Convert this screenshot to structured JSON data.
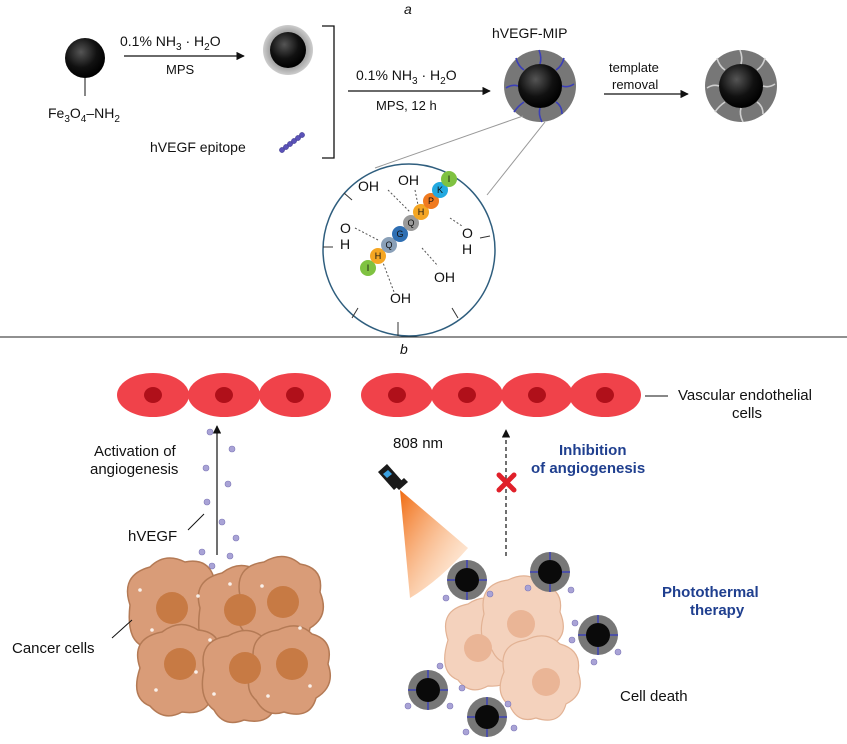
{
  "panel_a": {
    "label": "a",
    "start_label_main": "Fe",
    "start_label_sub1": "3",
    "start_label_mid": "O",
    "start_label_sub2": "4",
    "start_label_end": "–NH",
    "start_label_sub3": "2",
    "step1_top_pre": "0.1% NH",
    "step1_top_sub": "3",
    "step1_top_post": " · H",
    "step1_top_sub2": "2",
    "step1_top_end": "O",
    "step1_bottom": "MPS",
    "epitope_label": "hVEGF epitope",
    "step2_top_pre": "0.1% NH",
    "step2_top_sub": "3",
    "step2_top_post": " · H",
    "step2_top_sub2": "2",
    "step2_top_end": "O",
    "step2_bottom": "MPS, 12 h",
    "mip_label": "hVEGF-MIP",
    "step3_line1": "template",
    "step3_line2": "removal",
    "oh": "OH",
    "o": "O",
    "h": "H",
    "peptide": [
      "I",
      "H",
      "Q",
      "G",
      "Q",
      "H",
      "P",
      "K",
      "I"
    ]
  },
  "panel_b": {
    "label": "b",
    "cells_label_line1": "Vascular endothelial",
    "cells_label_line2": "cells",
    "activation_line1": "Activation of",
    "activation_line2": "angiogenesis",
    "hvegf": "hVEGF",
    "cancer": "Cancer cells",
    "laser": "808 nm",
    "inhibition_line1": "Inhibition",
    "inhibition_line2": "of angiogenesis",
    "ptt_line1": "Photothermal",
    "ptt_line2": "therapy",
    "death": "Cell death"
  },
  "colors": {
    "endothelial": "#f0424a",
    "nucleus": "#b0101a",
    "cancer": "#d99c78",
    "cancer_nucleus": "#c77a44",
    "accent_blue": "#1f3f8f",
    "laser": "#f07a20",
    "shell": "#707070",
    "magnetic_core": "#0a0a0a"
  }
}
